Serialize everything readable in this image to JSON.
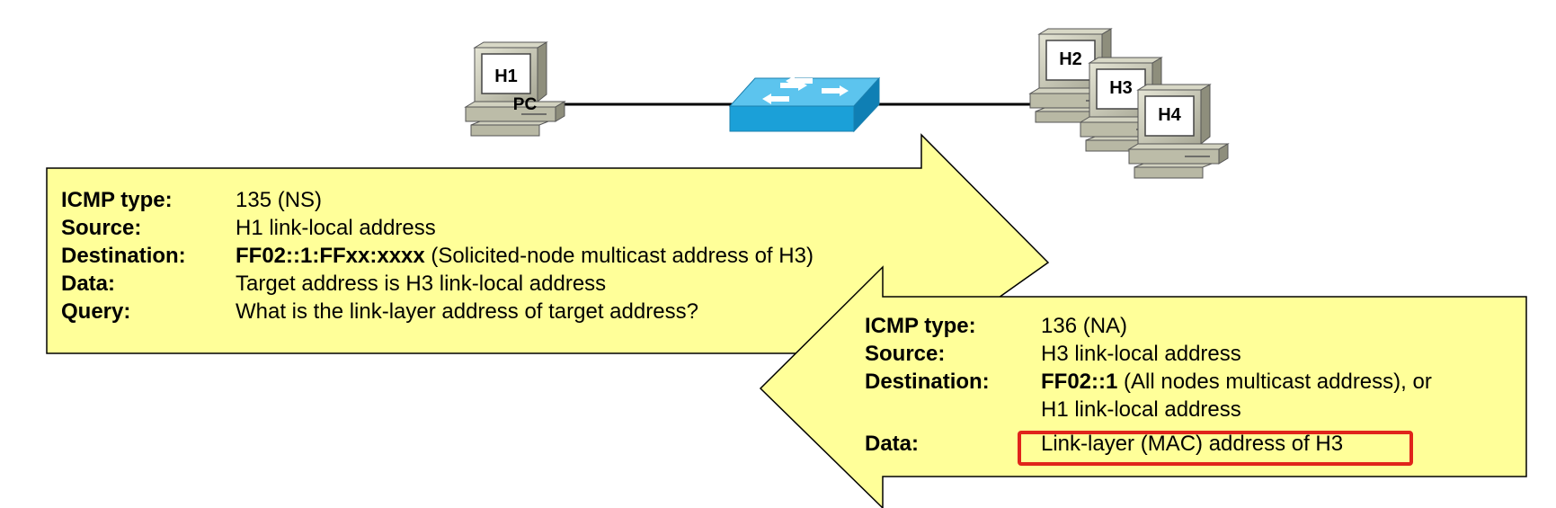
{
  "hosts": {
    "h1": "H1",
    "h1_type": "PC",
    "h2": "H2",
    "h3": "H3",
    "h4": "H4"
  },
  "ns_message": {
    "rows": [
      {
        "key": "ICMP type:",
        "value": "135 (NS)"
      },
      {
        "key": "Source:",
        "value": "H1 link-local address"
      },
      {
        "key": "Destination:",
        "value_bold": "FF02::1:FFxx:xxxx",
        "value_rest": " (Solicited-node multicast address of H3)"
      },
      {
        "key": "Data:",
        "value": "Target address is H3 link-local address"
      },
      {
        "key": "Query:",
        "value": "What is the link-layer address of target address?"
      }
    ]
  },
  "na_message": {
    "rows": [
      {
        "key": "ICMP type:",
        "value": "136 (NA)"
      },
      {
        "key": "Source:",
        "value": "H3 link-local address"
      },
      {
        "key": "Destination:",
        "value_bold": "FF02::1",
        "value_rest": " (All nodes multicast address), or",
        "value_line2": "H1 link-local address"
      },
      {
        "key": "Data:",
        "value": "Link-layer (MAC) address of H3"
      }
    ]
  },
  "colors": {
    "arrow_fill": "#ffff99",
    "highlight": "#e0241b",
    "switch": "#1ba0d8"
  }
}
